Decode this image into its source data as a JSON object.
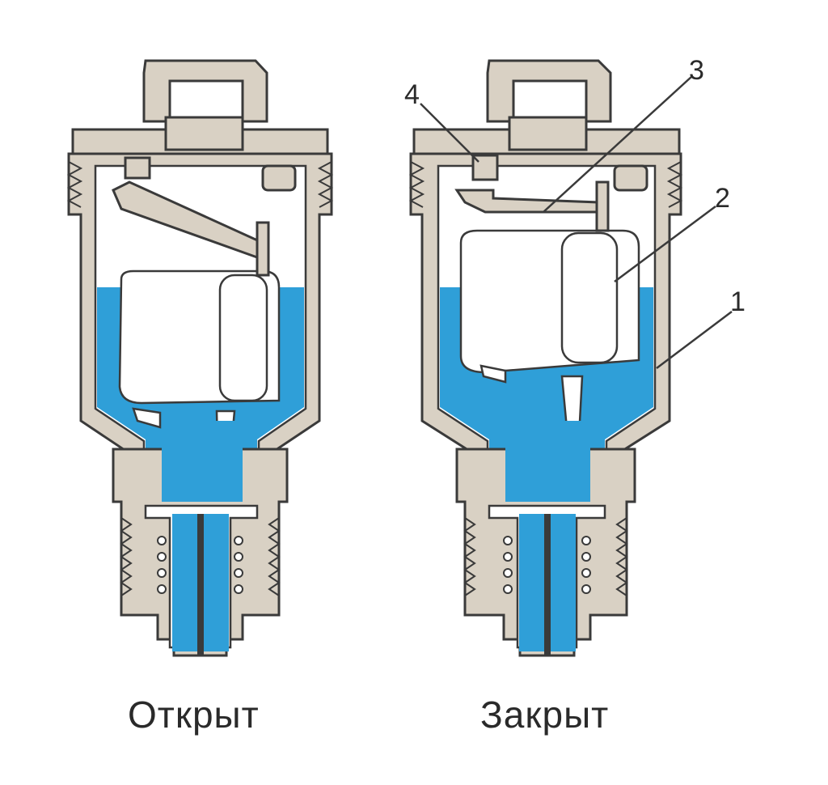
{
  "captions": {
    "open": "Открыт",
    "closed": "Закрыт"
  },
  "labels": {
    "n1": "1",
    "n2": "2",
    "n3": "3",
    "n4": "4"
  },
  "colors": {
    "water": "#2f9fd8",
    "housing": "#d9d1c4",
    "outline": "#3a3a3a"
  }
}
